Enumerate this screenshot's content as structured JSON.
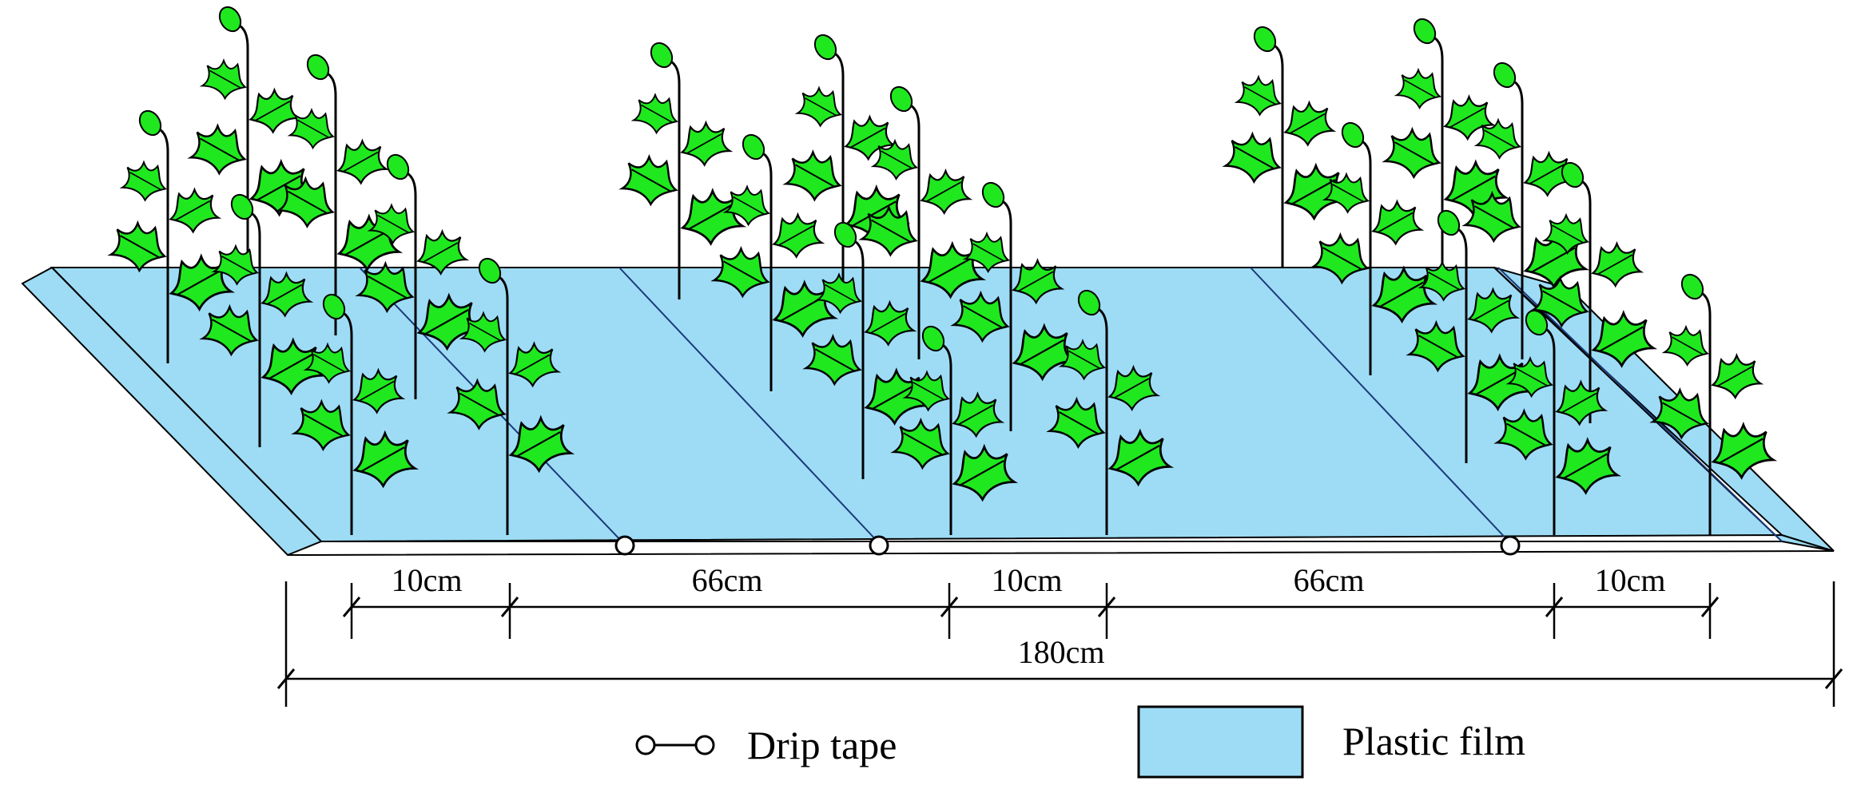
{
  "colors": {
    "film_fill": "#9edcf5",
    "film_edge": "#8ccfe8",
    "leaf_fill": "#1fe81f",
    "line": "#000000",
    "furrow_line": "#1a3a7a"
  },
  "dimensions": {
    "segment_labels": [
      "10cm",
      "66cm",
      "10cm",
      "66cm",
      "10cm"
    ],
    "total_label": "180cm"
  },
  "legend": {
    "drip_tape": {
      "label": "Drip tape",
      "icon": "drip-tape-icon"
    },
    "plastic_film": {
      "label": "Plastic film",
      "icon": "plastic-film-swatch"
    }
  },
  "plant_icon": "cotton-plant-icon"
}
